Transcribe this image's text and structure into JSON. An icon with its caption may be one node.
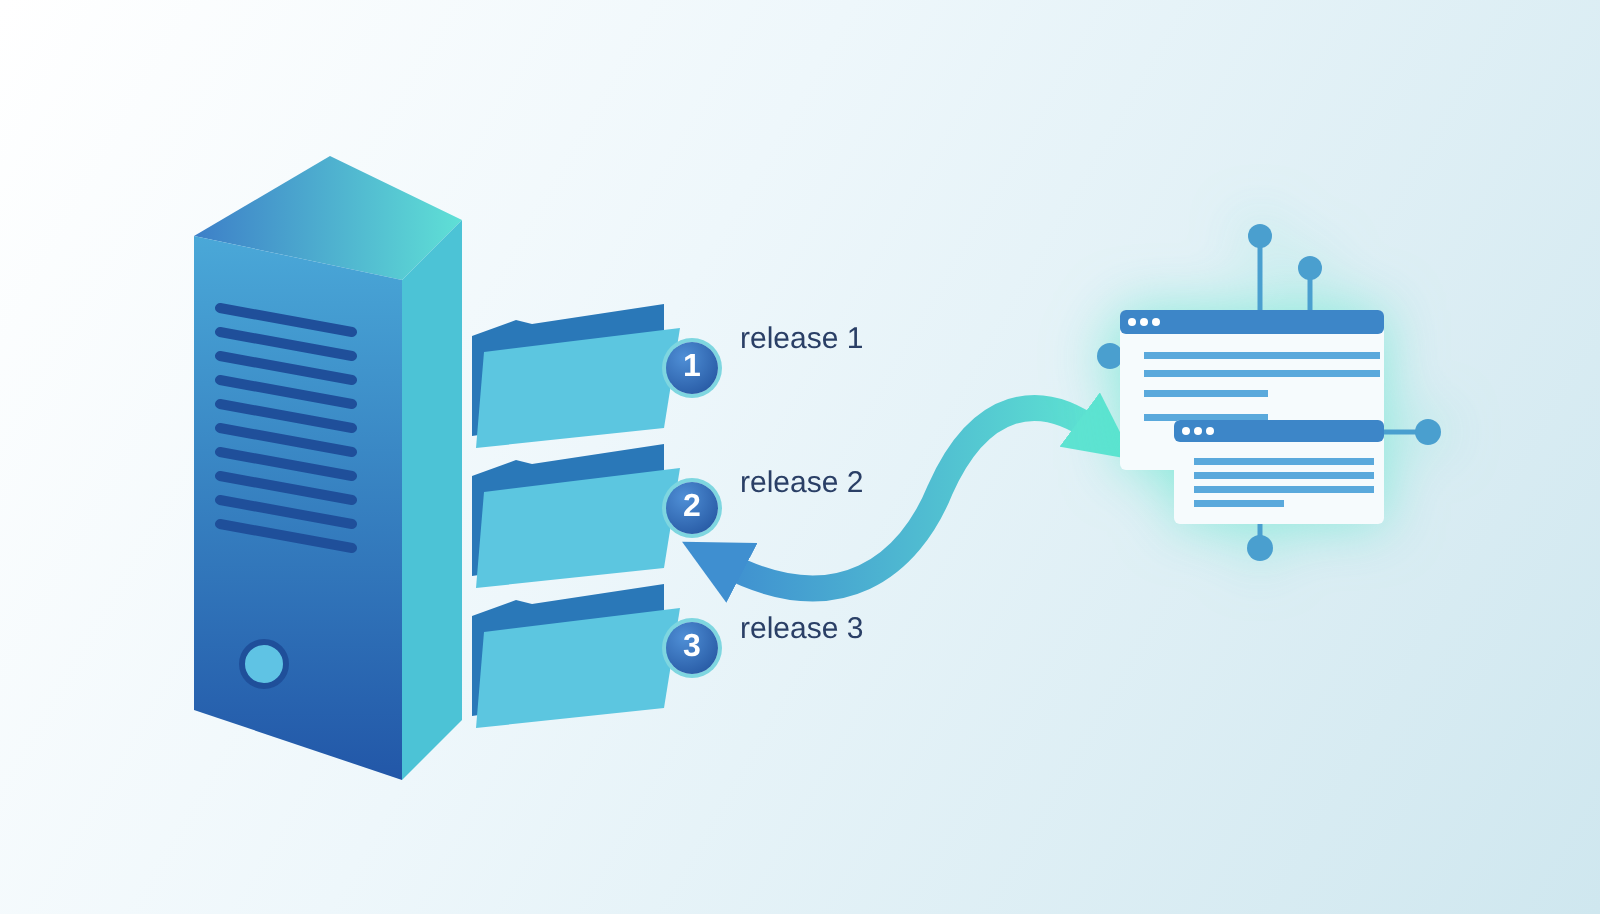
{
  "diagram": {
    "nodes": [
      {
        "text": [],
        "shape": "picture"
      },
      {
        "text": [
          "1"
        ],
        "beside": [
          "release 1"
        ]
      },
      {
        "text": [
          "2"
        ],
        "beside": [
          "release 2"
        ]
      },
      {
        "text": [
          "3"
        ],
        "beside": [
          "release 3"
        ]
      },
      {
        "text": [],
        "shape": "picture"
      }
    ],
    "edges": [
      {
        "from": 2,
        "to": 4,
        "arrow": "both"
      }
    ]
  }
}
